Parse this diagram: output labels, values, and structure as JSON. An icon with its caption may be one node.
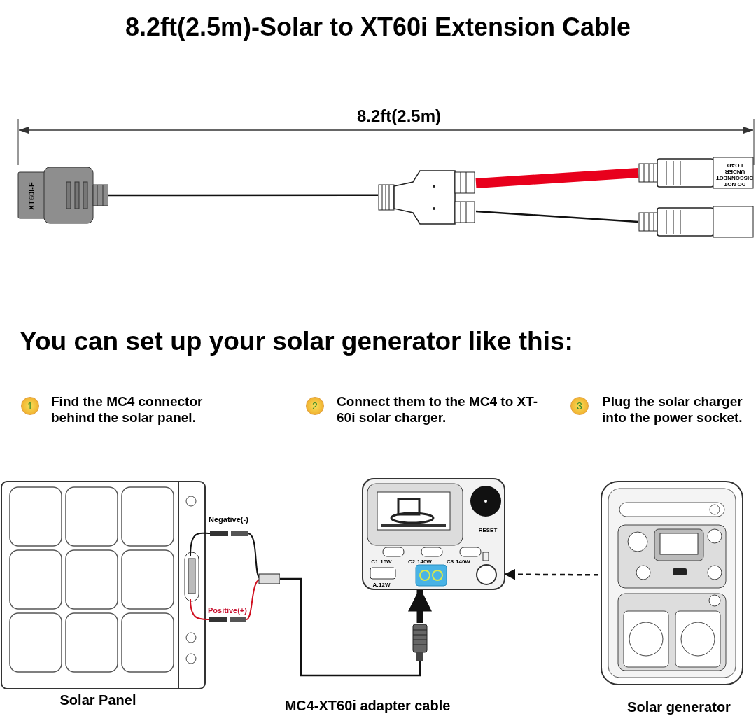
{
  "diagram": {
    "title": "8.2ft(2.5m)-Solar to XT60i Extension Cable",
    "nodes": [
      {
        "text": [],
        "shape": "picture",
        "beside": [
          "Negative(-)",
          "Positive(+)",
          "Solar Panel"
        ]
      },
      {
        "text": [],
        "shape": "picture",
        "beside": [
          "MC4-XT60i adapter cable"
        ]
      },
      {
        "text": [],
        "shape": "picture"
      },
      {
        "text": [],
        "shape": "picture",
        "beside": [
          "Solar generator"
        ]
      },
      {
        "text": [
          "XT60I-F"
        ]
      },
      {
        "text": [],
        "shape": "picture"
      },
      {
        "text": [
          "DO NOT DISCONNECT UNDER LOAD"
        ]
      },
      {
        "text": [],
        "shape": "picture"
      }
    ],
    "edges": [
      {
        "from": 4,
        "to": 5,
        "arrow": "none"
      },
      {
        "from": 5,
        "to": 6,
        "arrow": "none",
        "style": "thick",
        "color": "#e8001c"
      },
      {
        "from": 5,
        "to": 7,
        "arrow": "none"
      },
      {
        "from": 0,
        "to": 1,
        "arrow": "none"
      },
      {
        "from": 1,
        "to": 2,
        "arrow": "to",
        "style": "thick"
      },
      {
        "from": 3,
        "to": 2,
        "arrow": "to",
        "style": "dashed"
      }
    ],
    "labels": [
      "8.2ft(2.5m)",
      "You can set up your solar generator like this:",
      "1",
      "Find the MC4 connector behind the solar panel.",
      "2",
      "Connect them to the MC4 to XT-60i solar charger.",
      "3",
      "Plug the solar charger into the power socket.",
      "RESET",
      "C1:15W",
      "C2:140W",
      "C3:140W",
      "A:12W"
    ]
  }
}
